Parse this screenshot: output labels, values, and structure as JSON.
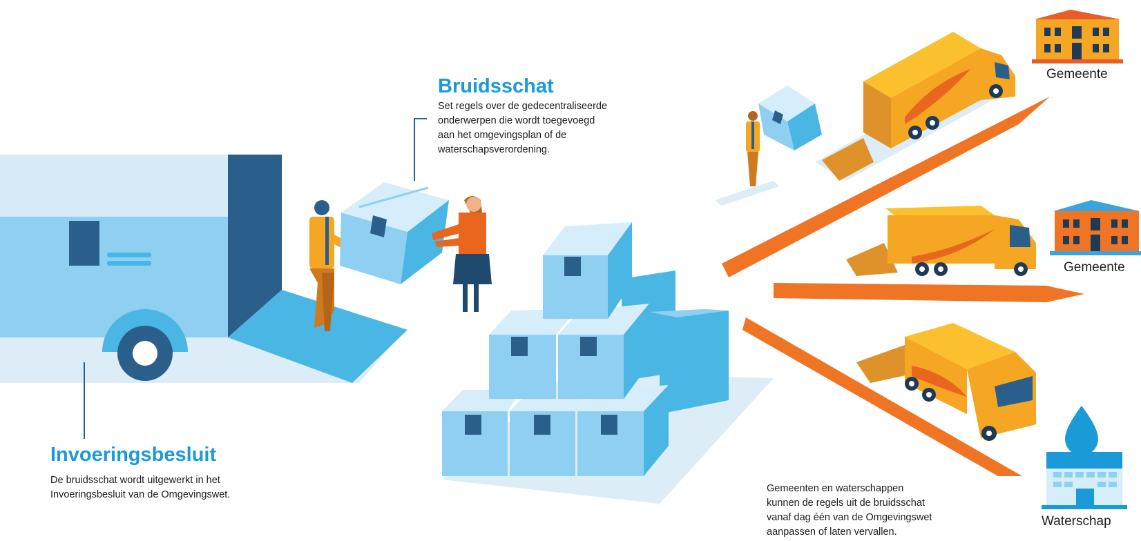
{
  "bruidsschat": {
    "title": "Bruidsschat",
    "lines": [
      "Set regels over de gedecentraliseerde",
      "onderwerpen die wordt toegevoegd",
      "aan het omgevingsplan of de",
      "waterschapsverordening."
    ]
  },
  "invoeringsbesluit": {
    "title": "Invoeringsbesluit",
    "lines": [
      "De bruidsschat wordt uitgewerkt in het",
      "Invoeringsbesluit van de Omgevingswet."
    ]
  },
  "destinations": [
    {
      "label": "Gemeente",
      "icon": "town-hall-icon",
      "roof_color": "#e85d2a"
    },
    {
      "label": "Gemeente",
      "icon": "town-hall-icon",
      "roof_color": "#3aa4dc"
    },
    {
      "label": "Waterschap",
      "icon": "water-board-icon",
      "roof_color": "#1a9bd7"
    }
  ],
  "footnote": {
    "lines": [
      "Gemeenten en waterschappen",
      "kunnen de regels uit de bruidsschat",
      "vanaf dag één van de Omgevingswet",
      "aanpassen of laten vervallen."
    ]
  },
  "colors": {
    "accent_blue": "#1a9bd7",
    "box_light": "#8fd0f2",
    "box_mid": "#4ab6e4",
    "dark_blue": "#2a5f8c",
    "orange": "#ef7424",
    "truck_yellow": "#f5a623"
  }
}
